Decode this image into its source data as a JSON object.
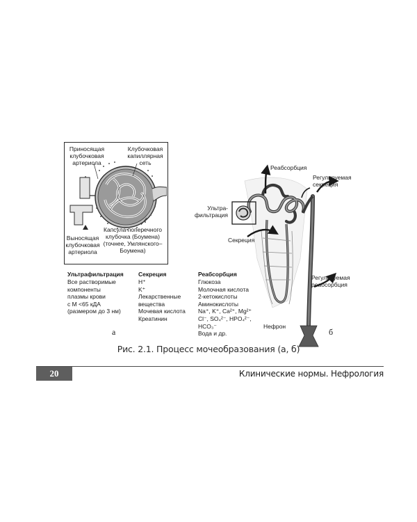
{
  "figure": {
    "panel_a": {
      "letter": "а",
      "labels": {
        "afferent": [
          "Приносящая",
          "клубочковая",
          "артериола"
        ],
        "capillary": [
          "Клубочковая",
          "капиллярная",
          "сеть"
        ],
        "efferent": [
          "Выносящая",
          "клубочковая",
          "артериола"
        ],
        "capsule": [
          "Капсула поперечного",
          "клубочка (Боумена)",
          "(точнее, Умлянского–",
          "Боумена)"
        ]
      },
      "columns": [
        {
          "heading": "Ультрафильтрация",
          "lines": [
            "Все растворимые",
            "компоненты",
            "плазмы крови",
            "с М <65 кДА",
            "(размером до 3 нм)"
          ]
        },
        {
          "heading": "Секреция",
          "lines": [
            "H⁺",
            "K⁺",
            "Лекарственные",
            "вещества",
            "Мочевая кислота",
            "Креатинин"
          ]
        },
        {
          "heading": "Реабсорбция",
          "lines": [
            "Глюкоза",
            "Молочная кислота",
            "2-кетокислоты",
            "Аминокислоты",
            "Na⁺, K⁺, Ca²⁺, Mg²⁺",
            "Cl⁻, SO₄²⁻, HPO₄²⁻, HCO₃⁻",
            "Вода и др."
          ]
        }
      ]
    },
    "panel_b": {
      "letter": "б",
      "labels": {
        "reabsorption": "Реабсорбция",
        "regulated_secretion": [
          "Регулируемая",
          "секреция"
        ],
        "ultrafiltration": [
          "Ультра-",
          "фильтрация"
        ],
        "secretion": "Секреция",
        "regulated_reabsorption": [
          "Регулируемая",
          "реабсорбция"
        ],
        "nephron": "Нефрон"
      }
    },
    "caption": "Рис. 2.1. Процесс мочеобразования (а, б)"
  },
  "footer": {
    "page_number": "20",
    "book_title": "Клинические нормы. Нефрология"
  },
  "colors": {
    "footer_box": "#5e5e5e",
    "footer_line": "#4a4a4a",
    "drawing_dark": "#2b2b2b",
    "drawing_mid": "#7a7a7a"
  }
}
